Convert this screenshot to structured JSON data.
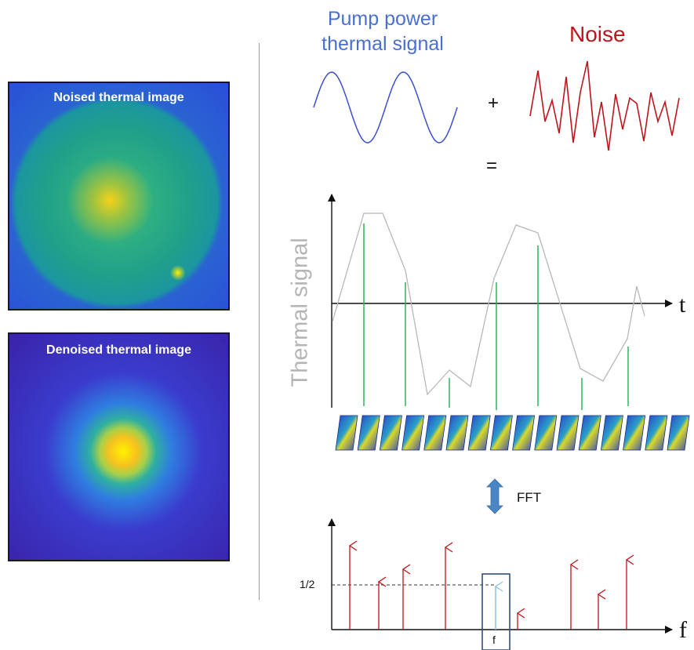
{
  "left_panels": {
    "noised_label": "Noised thermal image",
    "denoised_label": "Denoised thermal image"
  },
  "top": {
    "pump_label_line1": "Pump power",
    "pump_label_line2": "thermal signal",
    "noise_label": "Noise",
    "plus": "+",
    "equals": "="
  },
  "time_plot": {
    "ylabel": "Thermal signal",
    "xlabel": "t"
  },
  "fft": {
    "label": "FFT"
  },
  "freq_plot": {
    "xlabel": "f",
    "half_label": "1/2",
    "highlight_label": "f"
  },
  "colors": {
    "pump": "#3b4fd0",
    "noise": "#c0141c",
    "signal_line": "#b8b8b8",
    "samples": "#2db35a",
    "spectrum": "#c0141c",
    "highlight_box": "#2f4f7f",
    "highlight_arrow": "#8fc4ea",
    "fft_arrow": "#4a86c5"
  }
}
